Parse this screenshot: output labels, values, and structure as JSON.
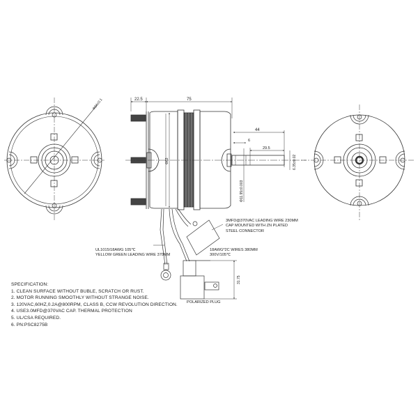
{
  "drawing": {
    "type": "motor-technical-drawing",
    "dimensions": {
      "stud_length": "22.5",
      "body_length": "75",
      "shaft_extension": "44",
      "shaft_shoulder": "6",
      "shaft_flat_length": "29.5",
      "shaft_diameter": "6.35±0.02",
      "body_diameter": "Φ83",
      "boss_diameter": "Φ11.95±0.003",
      "bolt_circle": "Φ94±0.1",
      "plug_dimension": "31.75"
    },
    "callouts": {
      "capacitor": [
        "3MFD@370VAC LEADING WIRE 230MM",
        "CAP MOUNTED WITH ZN PLATED",
        "STEEL CONNECTOR"
      ],
      "ground_wire": [
        "UL1015/18AWG 105℃",
        "YELLOW GREEN LEADING WIRE 370MM"
      ],
      "power_wires": [
        "18AWG*2C WIRES 380MM",
        "300V/105℃"
      ],
      "plug_label": "POLARIZED PLUG"
    }
  },
  "specification": {
    "title": "SPECIFICATION:",
    "items": [
      "1. CLEAN SURFACE WITHOUT BUBLE, SCRATCH OR RUST.",
      "2. MOTOR RUNNING SMOOTHLY WITHOUT STRANGE NOISE.",
      "3. 120VAC,60HZ,0.2A@800RPM, CLASS B, CCW REVOLUTION DIRECTION.",
      "4. USE3.0MFD@370VAC CAP. THERMAL PROTECTION",
      "5. UL/CSA REQUIRED.",
      "6. PN:PSC8275B"
    ]
  }
}
